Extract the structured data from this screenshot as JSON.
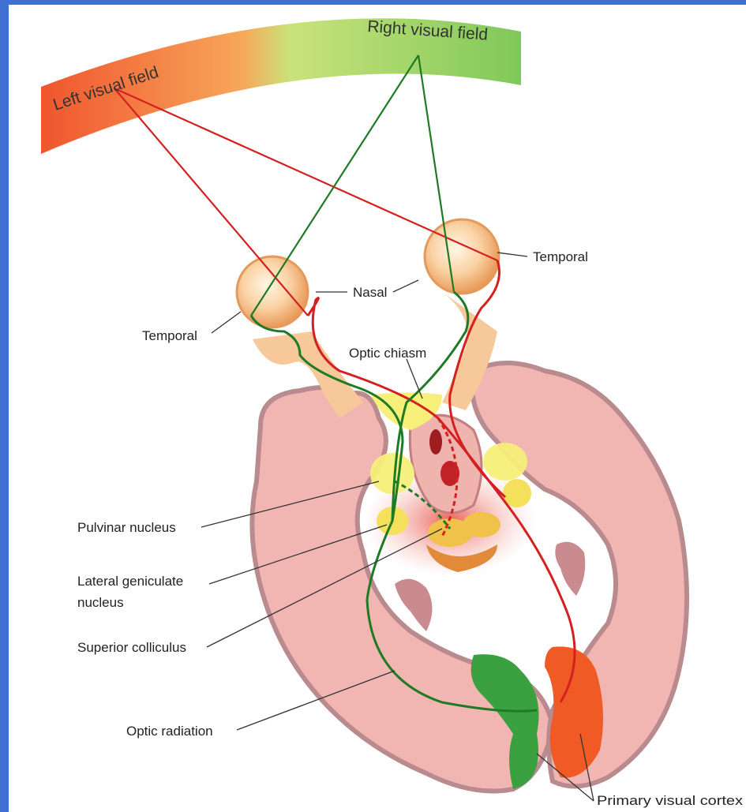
{
  "visual_fields": {
    "left": "Left visual field",
    "right": "Right visual field"
  },
  "labels": {
    "temporal_left": "Temporal",
    "temporal_right": "Temporal",
    "nasal": "Nasal",
    "optic_chiasm": "Optic chiasm",
    "pulvinar_nucleus": "Pulvinar nucleus",
    "lateral_geniculate_line1": "Lateral geniculate",
    "lateral_geniculate_line2": "nucleus",
    "superior_colliculus": "Superior colliculus",
    "optic_radiation": "Optic radiation",
    "primary_visual_cortex": "Primary visual cortex"
  },
  "colors": {
    "frame": "#3f6fd0",
    "left_field": "#f26a3a",
    "right_field": "#84c95a",
    "left_pathway": "#d42020",
    "right_pathway": "#1f7a25",
    "brain_tissue": "#f2b6b2",
    "brain_outline": "#b98a8e",
    "nucleus": "#f6ef7a"
  }
}
